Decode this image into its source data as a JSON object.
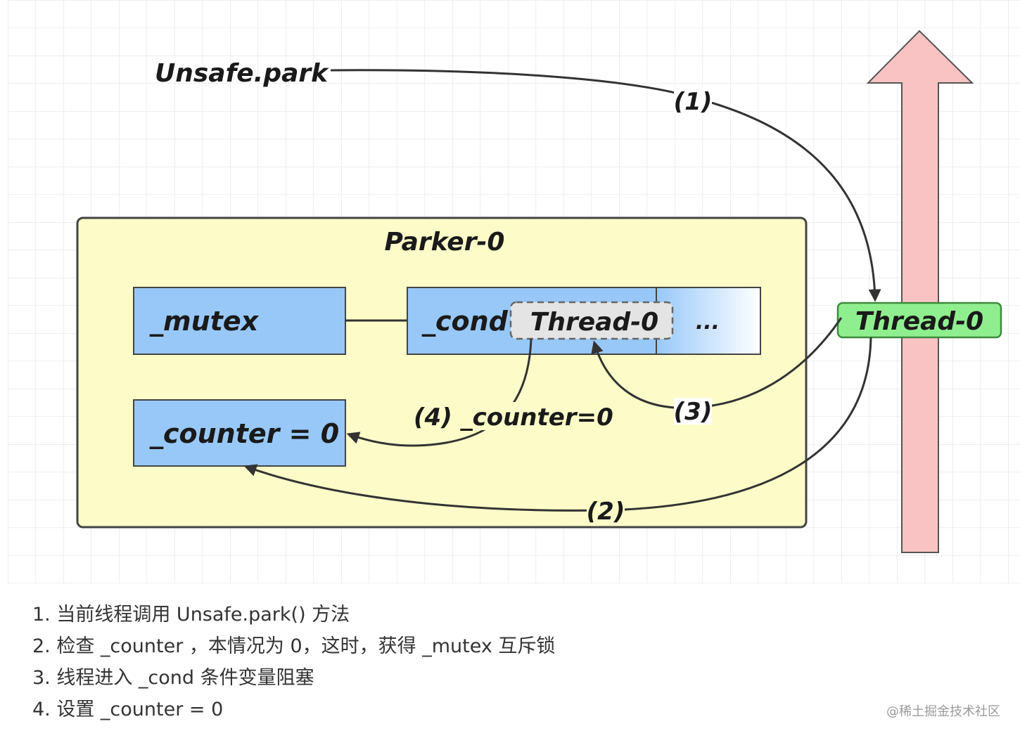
{
  "diagram": {
    "caller_label": "Unsafe.park",
    "parker": {
      "title": "Parker-0",
      "fill": "#fdfcc9"
    },
    "mutex_label": "_mutex",
    "cond_label": "_cond",
    "cond_queue_thread": "Thread-0",
    "cond_queue_more": "...",
    "counter_label": "_counter = 0",
    "thread_label": "Thread-0",
    "step_labels": [
      "(1)",
      "(2)",
      "(3)",
      "(4) _counter=0"
    ],
    "colors": {
      "field_box": "#98c8f8",
      "thread_box": "#8fef8f",
      "timeline_arrow": "#f9c3c3",
      "stroke": "#333333"
    }
  },
  "notes": [
    "1. 当前线程调用 Unsafe.park() 方法",
    "2. 检查 _counter ，本情况为 0，这时，获得 _mutex 互斥锁",
    "3. 线程进入 _cond 条件变量阻塞",
    "4. 设置 _counter = 0"
  ],
  "credit": "@稀土掘金技术社区"
}
